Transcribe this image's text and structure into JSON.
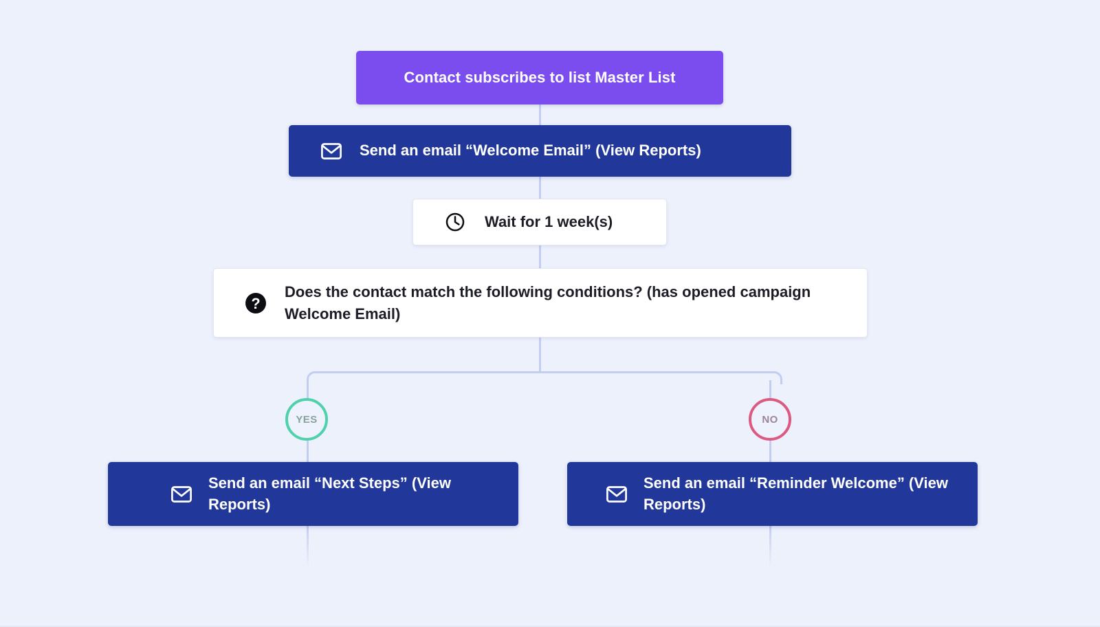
{
  "canvas": {
    "background_color": "#edf1fc",
    "connector_color": "#c3cdf0"
  },
  "flow": {
    "title_node": {
      "id": "trigger",
      "label": "Contact subscribes to list Master List",
      "background_color": "#7c4dee",
      "text_color": "#ffffff"
    },
    "nodes": [
      {
        "id": "send-welcome-email",
        "type": "email",
        "icon": "envelope-icon",
        "label": "Send an email “Welcome Email” (View Reports)",
        "background_color": "#21379a",
        "text_color": "#ffffff"
      },
      {
        "id": "wait",
        "type": "wait",
        "icon": "clock-icon",
        "label": "Wait for 1 week(s)",
        "background_color": "#ffffff",
        "text_color": "#1c1c26"
      },
      {
        "id": "condition",
        "type": "condition",
        "icon": "question-mark-icon",
        "label": "Does the contact match the following conditions? (has opened campaign Welcome Email)",
        "background_color": "#ffffff",
        "text_color": "#1c1c26"
      }
    ],
    "branches": [
      {
        "id": "yes",
        "badge_label": "YES",
        "badge_color": "#4fd1ac",
        "node": {
          "id": "send-next-steps-email",
          "type": "email",
          "icon": "envelope-icon",
          "label": "Send an email “Next Steps” (View Reports)",
          "background_color": "#21379a",
          "text_color": "#ffffff"
        }
      },
      {
        "id": "no",
        "badge_label": "NO",
        "badge_color": "#dc5a80",
        "node": {
          "id": "send-reminder-welcome-email",
          "type": "email",
          "icon": "envelope-icon",
          "label": "Send an email “Reminder Welcome” (View Reports)",
          "background_color": "#21379a",
          "text_color": "#ffffff"
        }
      }
    ]
  }
}
